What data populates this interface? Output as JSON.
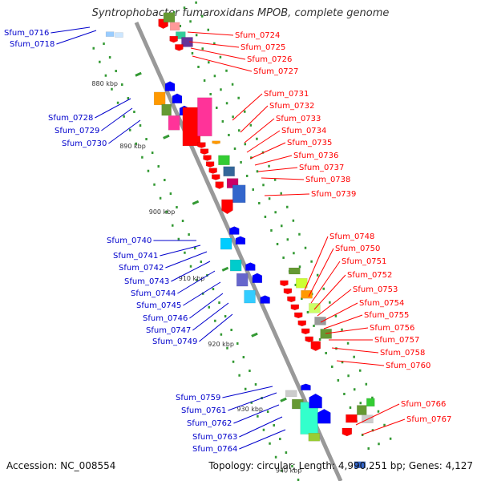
{
  "title": "Syntrophobacter fumaroxidans MPOB, complete genome",
  "footer": {
    "accession": "Accession: NC_008554",
    "info": "Topology: circular; Length: 4,990,251 bp; Genes: 4,127"
  },
  "colors": {
    "forward_label": "#ff0000",
    "reverse_label": "#0000cc",
    "backbone": "#999999",
    "tick": "#339933"
  },
  "ticks": [
    "880 kbp",
    "890 kbp",
    "900 kbp",
    "910 kbp",
    "920 kbp",
    "930 kbp"
  ],
  "partial_tick": "940 kbp",
  "labels_left": [
    "Sfum_0716",
    "Sfum_0718",
    "Sfum_0728",
    "Sfum_0729",
    "Sfum_0730",
    "Sfum_0740",
    "Sfum_0741",
    "Sfum_0742",
    "Sfum_0743",
    "Sfum_0744",
    "Sfum_0745",
    "Sfum_0746",
    "Sfum_0747",
    "Sfum_0749",
    "Sfum_0759",
    "Sfum_0761",
    "Sfum_0762",
    "Sfum_0763",
    "Sfum_0764"
  ],
  "labels_right": [
    "Sfum_0724",
    "Sfum_0725",
    "Sfum_0726",
    "Sfum_0727",
    "Sfum_0731",
    "Sfum_0732",
    "Sfum_0733",
    "Sfum_0734",
    "Sfum_0735",
    "Sfum_0736",
    "Sfum_0737",
    "Sfum_0738",
    "Sfum_0739",
    "Sfum_0748",
    "Sfum_0750",
    "Sfum_0751",
    "Sfum_0752",
    "Sfum_0753",
    "Sfum_0754",
    "Sfum_0755",
    "Sfum_0756",
    "Sfum_0757",
    "Sfum_0758",
    "Sfum_0760",
    "Sfum_0766",
    "Sfum_0767"
  ]
}
